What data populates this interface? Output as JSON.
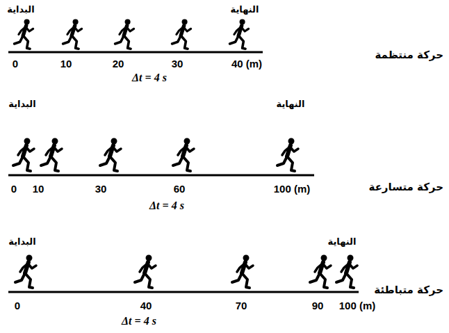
{
  "diagram": {
    "labels": [
      "البداية",
      "النهاية",
      "0",
      "10",
      "20",
      "30",
      "40 (m)",
      "Δt = 4 s",
      "حركة منتظمة",
      "البداية",
      "النهاية",
      "0",
      "10",
      "30",
      "60",
      "100 (m)",
      "Δt = 4 s",
      "حركة متسارعة",
      "البداية",
      "النهاية",
      "0",
      "40",
      "70",
      "90",
      "100 (m)",
      "Δt = 4 s",
      "حركة متباطئة"
    ]
  }
}
